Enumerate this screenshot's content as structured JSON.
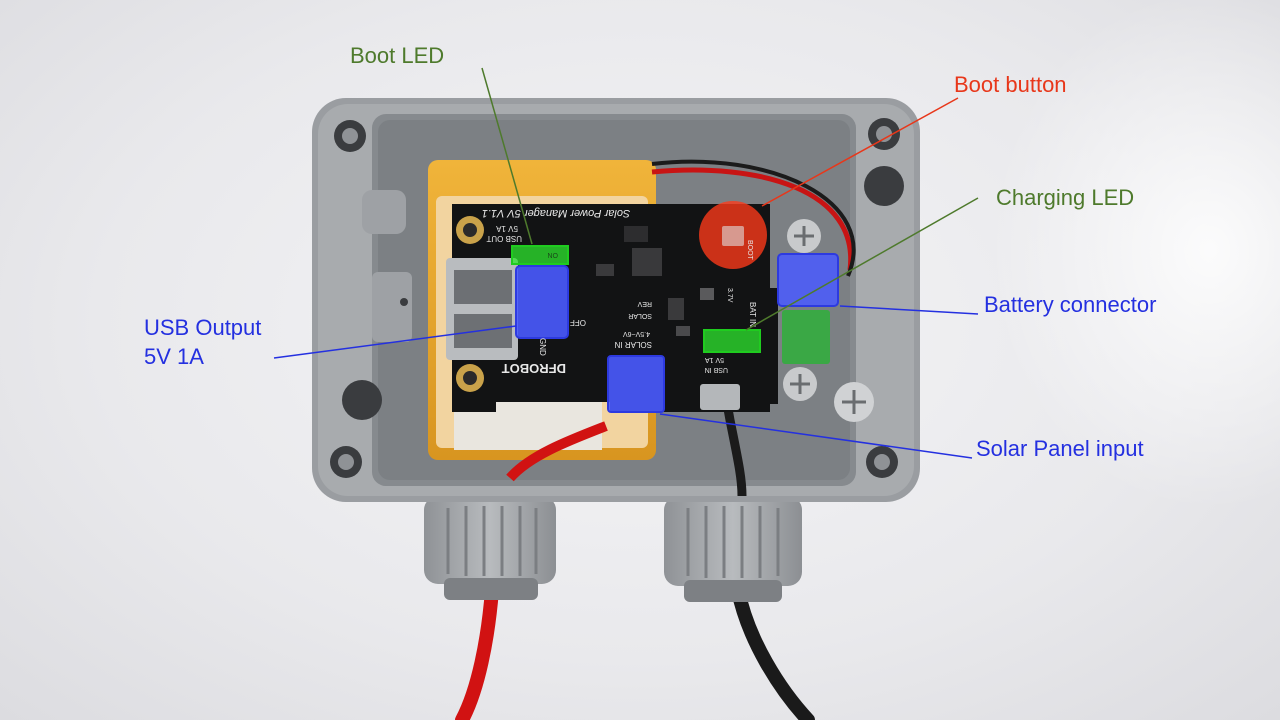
{
  "colors": {
    "green_label": "#4e7a2c",
    "red_label": "#e8371a",
    "blue_label": "#2430e0",
    "led_green": "#2ee82e",
    "connector_blue": "#4a5bff",
    "boot_red": "#ff3a1a",
    "terminal_green": "#3aa845",
    "enclosure_grey": "#9a9da1",
    "pcb_black": "#121314",
    "battery_orange": "#e6a62a"
  },
  "labels": {
    "boot_led": "Boot LED",
    "boot_button": "Boot button",
    "charging_led": "Charging LED",
    "battery_connector": "Battery connector",
    "usb_output_line1": "USB Output",
    "usb_output_line2": "5V 1A",
    "solar_panel_input": "Solar Panel input"
  },
  "board": {
    "title": "Solar Power Manager 5V V1.1",
    "brand": "DFROBOT",
    "usb_out": "USB OUT",
    "usb_out_rating": "5V 1A",
    "on": "ON",
    "boot": "BOOT",
    "solar_in": "SOLAR IN",
    "solar_range": "4.5V~6V",
    "solar": "SOLAR",
    "rev": "REV",
    "bat_in": "BAT IN",
    "bat_voltage": "3.7V",
    "usb_in": "USB IN",
    "usb_in_rating": "5V 1A",
    "gnd": "GND",
    "off": "OFF"
  }
}
